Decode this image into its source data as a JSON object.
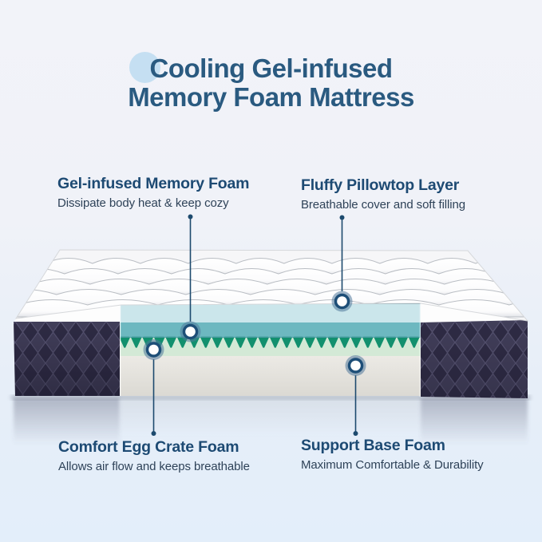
{
  "title": {
    "line1": "Cooling Gel-infused",
    "line2": "Memory Foam Mattress"
  },
  "callouts": {
    "gel": {
      "heading": "Gel-infused Memory Foam",
      "description": "Dissipate body heat & keep cozy"
    },
    "pillowtop": {
      "heading": "Fluffy Pillowtop Layer",
      "description": "Breathable cover and soft filling"
    },
    "eggcrate": {
      "heading": "Comfort Egg Crate Foam",
      "description": "Allows air flow and keeps breathable"
    },
    "base": {
      "heading": "Support Base Foam",
      "description": "Maximum Comfortable & Durability"
    }
  },
  "colors": {
    "title_text": "#2a5a80",
    "heading_text": "#1d4a73",
    "description_text": "#2e4258",
    "connector_line": "#1d4a6e",
    "accent_circle": "#c5dff2",
    "pillowtop_layer": "#cbe6eb",
    "gel_layer": "#6db8c0",
    "eggcrate_teeth": "#12906e",
    "eggcrate_band": "#d3e9d6",
    "base_foam_layer": "#e6e4df",
    "side_panel": "#3e3b54"
  }
}
